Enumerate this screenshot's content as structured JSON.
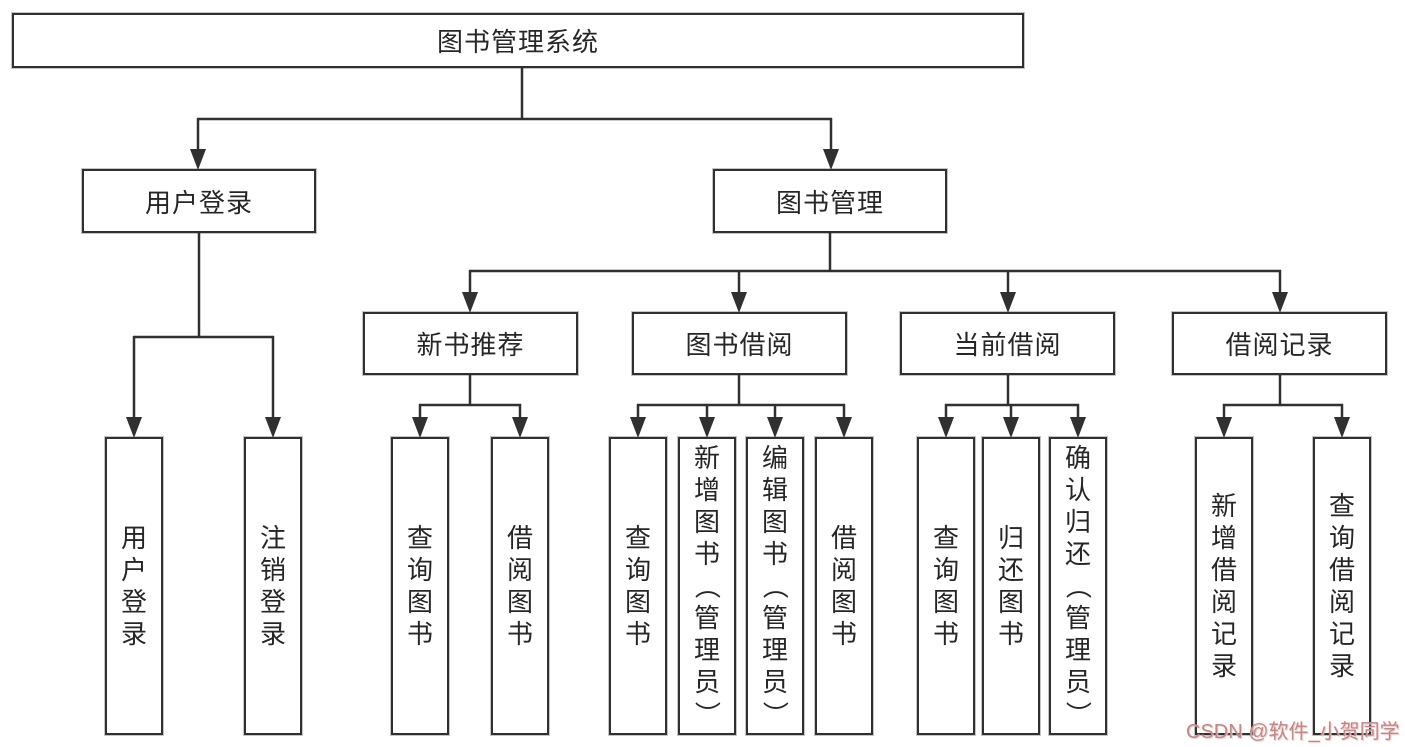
{
  "diagram": {
    "type": "functional-structure-tree",
    "colors": {
      "background": "#ffffff",
      "line": "#303030",
      "box_border": "#303030",
      "text": "#262626",
      "watermark": "#c08888"
    },
    "watermark": "CSDN @软件_小贺同学",
    "nodes": {
      "root": {
        "label": "图书管理系统"
      },
      "user_login": {
        "label": "用户登录"
      },
      "book_management": {
        "label": "图书管理"
      },
      "login": {
        "label": "用户登录"
      },
      "logout": {
        "label": "注销登录"
      },
      "new_book_recommend": {
        "label": "新书推荐"
      },
      "book_borrow": {
        "label": "图书借阅"
      },
      "current_borrow": {
        "label": "当前借阅"
      },
      "borrow_records": {
        "label": "借阅记录"
      },
      "query_book_recommend": {
        "label": "查询图书"
      },
      "borrow_book_recommend": {
        "label": "借阅图书"
      },
      "query_book_borrow": {
        "label": "查询图书"
      },
      "add_book_admin": {
        "label": "新增图书（管理员）"
      },
      "edit_book_admin": {
        "label": "编辑图书（管理员）"
      },
      "borrow_book_borrow": {
        "label": "借阅图书"
      },
      "query_book_current": {
        "label": "查询图书"
      },
      "return_book": {
        "label": "归还图书"
      },
      "confirm_return_admin": {
        "label": "确认归还（管理员）"
      },
      "add_borrow_record": {
        "label": "新增借阅记录"
      },
      "query_borrow_record": {
        "label": "查询借阅记录"
      }
    },
    "hierarchy": {
      "root": [
        "user_login",
        "book_management"
      ],
      "user_login": [
        "login",
        "logout"
      ],
      "book_management": [
        "new_book_recommend",
        "book_borrow",
        "current_borrow",
        "borrow_records"
      ],
      "new_book_recommend": [
        "query_book_recommend",
        "borrow_book_recommend"
      ],
      "book_borrow": [
        "query_book_borrow",
        "add_book_admin",
        "edit_book_admin",
        "borrow_book_borrow"
      ],
      "current_borrow": [
        "query_book_current",
        "return_book",
        "confirm_return_admin"
      ],
      "borrow_records": [
        "add_borrow_record",
        "query_borrow_record"
      ]
    }
  }
}
